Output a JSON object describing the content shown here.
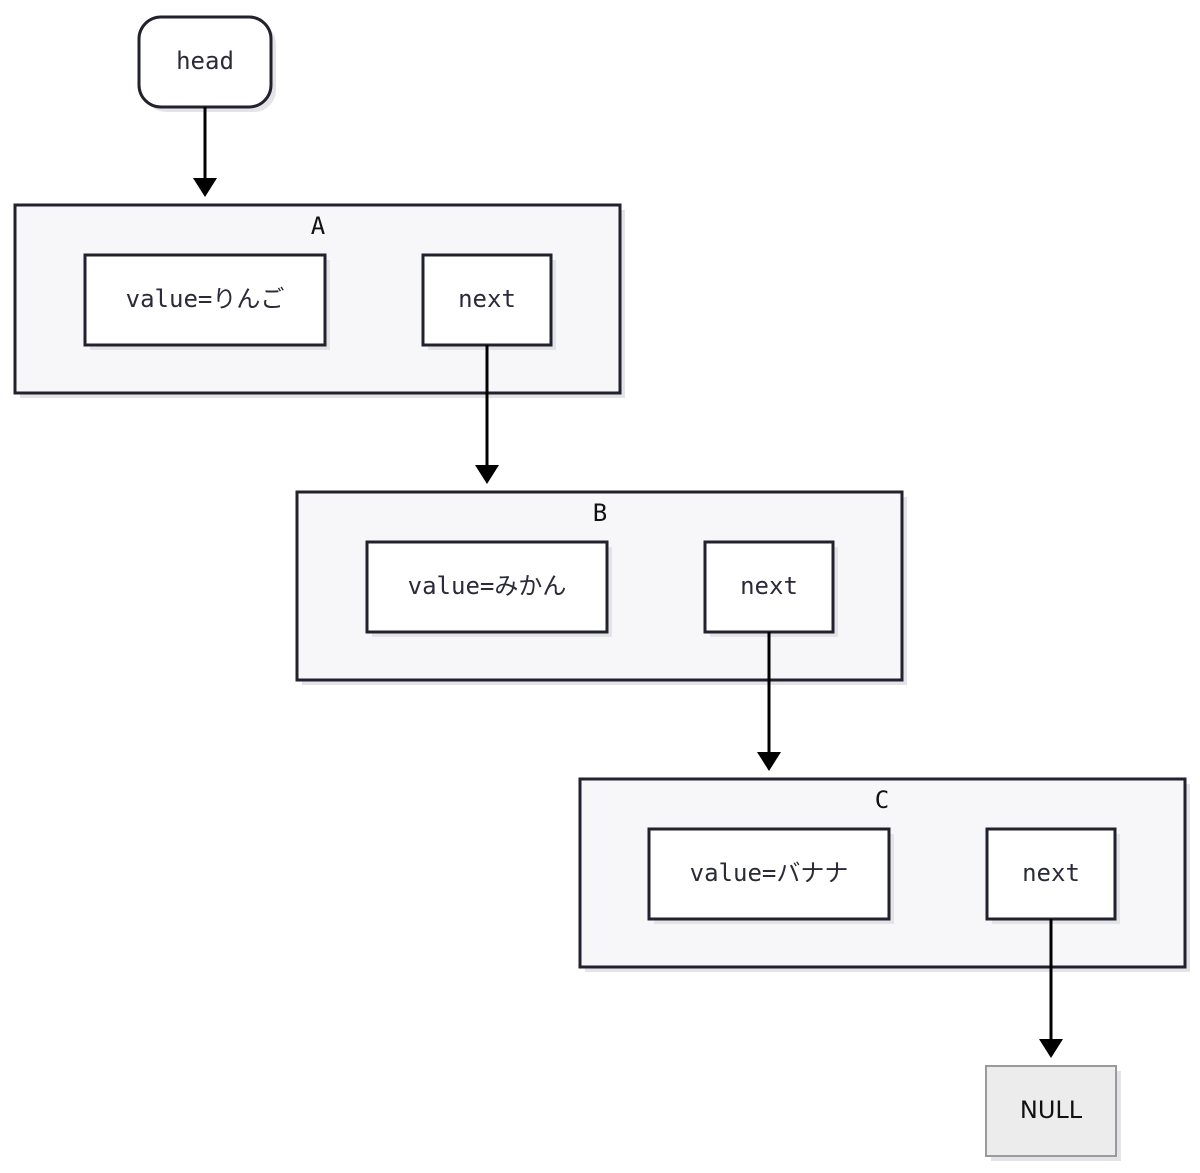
{
  "head": {
    "label": "head"
  },
  "nodes": [
    {
      "name": "A",
      "value_label": "value=りんご",
      "next_label": "next"
    },
    {
      "name": "B",
      "value_label": "value=みかん",
      "next_label": "next"
    },
    {
      "name": "C",
      "value_label": "value=バナナ",
      "next_label": "next"
    }
  ],
  "terminal": {
    "label": "NULL"
  }
}
